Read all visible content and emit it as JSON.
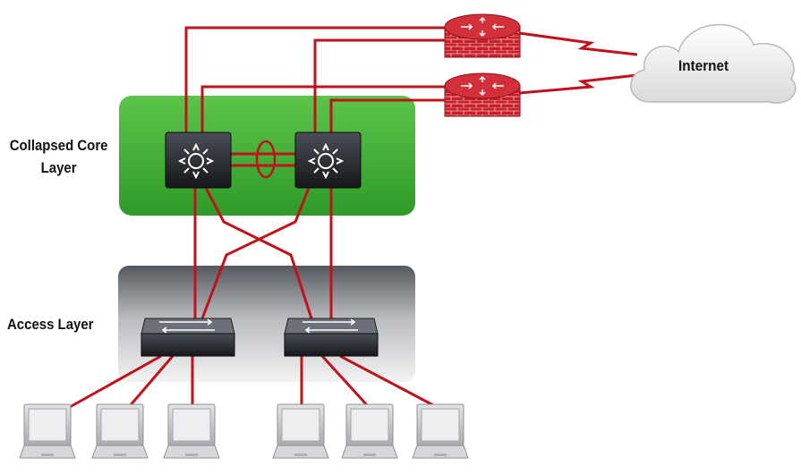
{
  "labels": {
    "core_layer": "Collapsed Core\nLayer",
    "access_layer": "Access Layer",
    "internet": "Internet"
  },
  "colors": {
    "link": "#c0121b",
    "core_zone": "#3aa82f",
    "access_zone": "#9a9ca1",
    "router": "#c91f2a",
    "device": "#1b1d22",
    "laptop": "#c9cbcf"
  },
  "icons": {
    "core_switch": "layer3-switch-icon",
    "access_switch": "workgroup-switch-icon",
    "router": "firewall-router-icon",
    "cloud": "cloud-icon",
    "endpoint": "laptop-icon"
  },
  "diagram": {
    "core_switch_count": 2,
    "access_switch_count": 2,
    "router_count": 2,
    "laptops_per_access_switch": 3
  }
}
